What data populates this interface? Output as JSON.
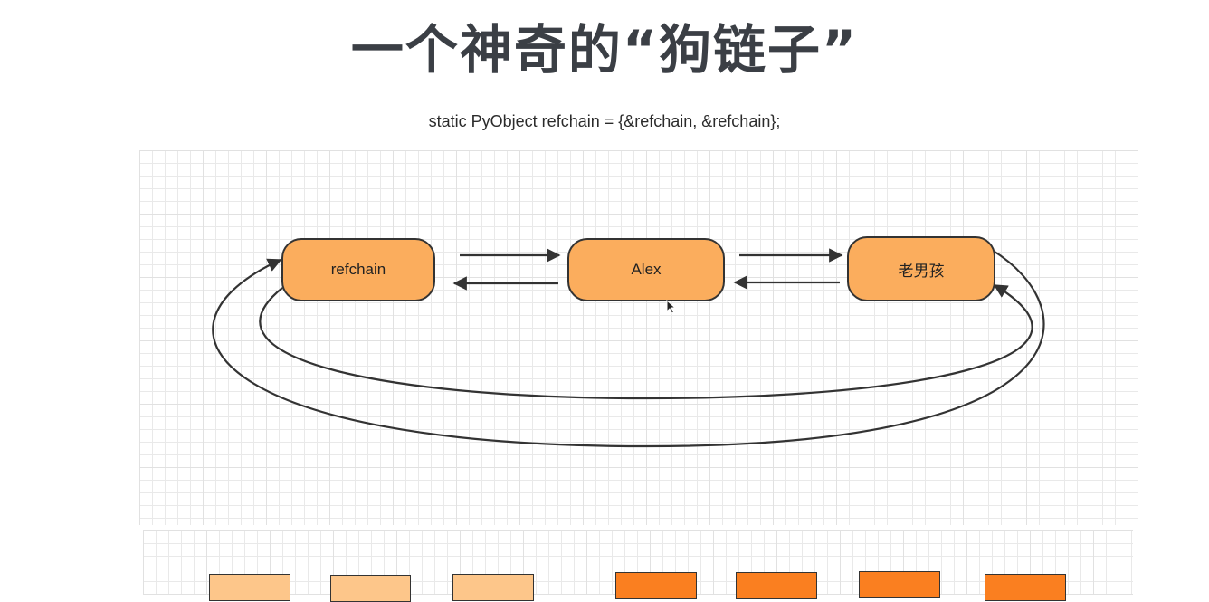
{
  "title": "一个神奇的“狗链子”",
  "code": "static PyObject refchain = {&refchain, &refchain};",
  "nodes": {
    "refchain": "refchain",
    "alex": "Alex",
    "laonanhai": "老男孩"
  },
  "colors": {
    "node_fill": "#fbad5d",
    "light_box": "#fdc68a",
    "dark_box": "#fa7f20",
    "stroke": "#333333"
  },
  "icons": {
    "cursor": "mouse-pointer-icon"
  }
}
